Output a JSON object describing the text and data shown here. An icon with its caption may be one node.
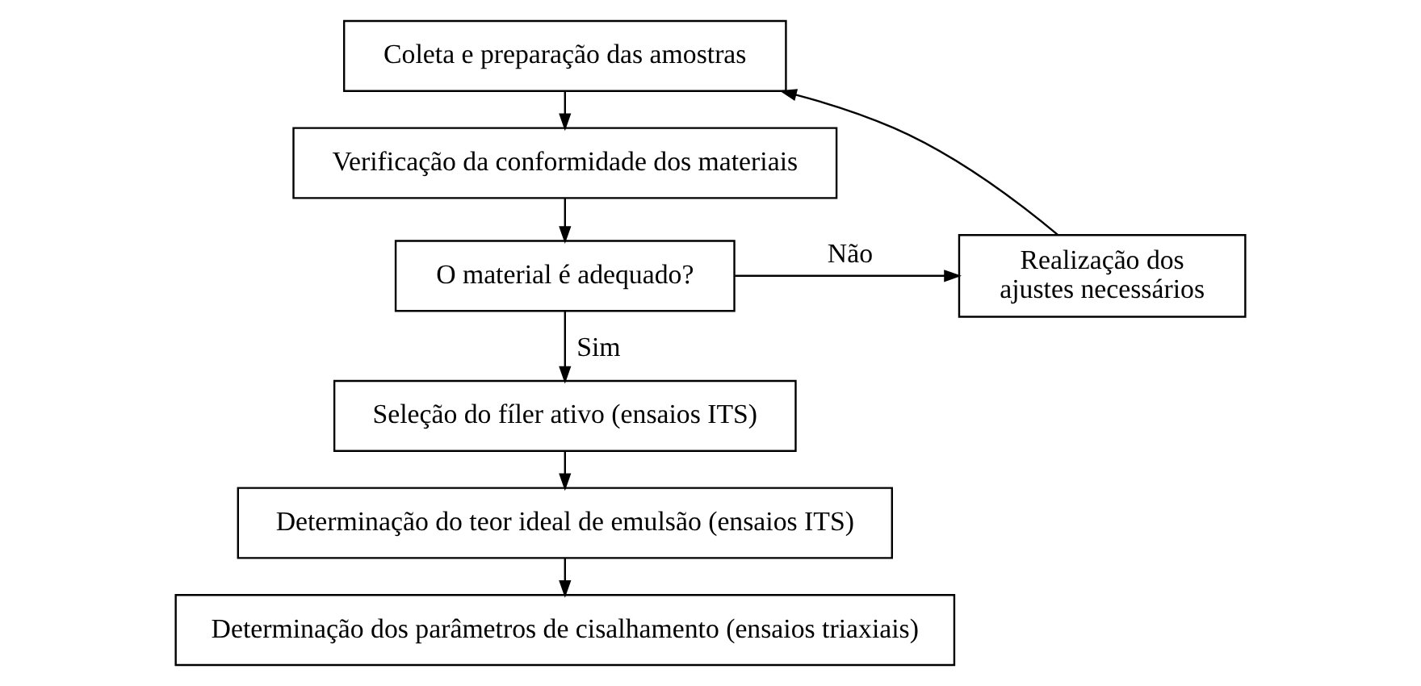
{
  "diagram": {
    "nodes": [
      {
        "text": [
          "Coleta e preparação das amostras"
        ]
      },
      {
        "text": [
          "Verificação da conformidade dos materiais"
        ]
      },
      {
        "text": [
          "O material é adequado?"
        ]
      },
      {
        "text": [
          "Realização dos ajustes necessários"
        ]
      },
      {
        "text": [
          "Seleção do fíler ativo (ensaios ITS)"
        ]
      },
      {
        "text": [
          "Determinação do teor ideal de emulsão (ensaios ITS)"
        ]
      },
      {
        "text": [
          "Determinação dos parâmetros de cisalhamento (ensaios triaxiais)"
        ]
      }
    ],
    "edges": [
      {
        "from": 0,
        "to": 1,
        "arrow": "to"
      },
      {
        "from": 1,
        "to": 2,
        "arrow": "to"
      },
      {
        "from": 2,
        "to": 3,
        "arrow": "to",
        "label": "Não"
      },
      {
        "from": 3,
        "to": 0,
        "arrow": "to"
      },
      {
        "from": 2,
        "to": 4,
        "arrow": "to",
        "label": "Sim"
      },
      {
        "from": 4,
        "to": 5,
        "arrow": "to"
      },
      {
        "from": 5,
        "to": 6,
        "arrow": "to"
      }
    ]
  }
}
